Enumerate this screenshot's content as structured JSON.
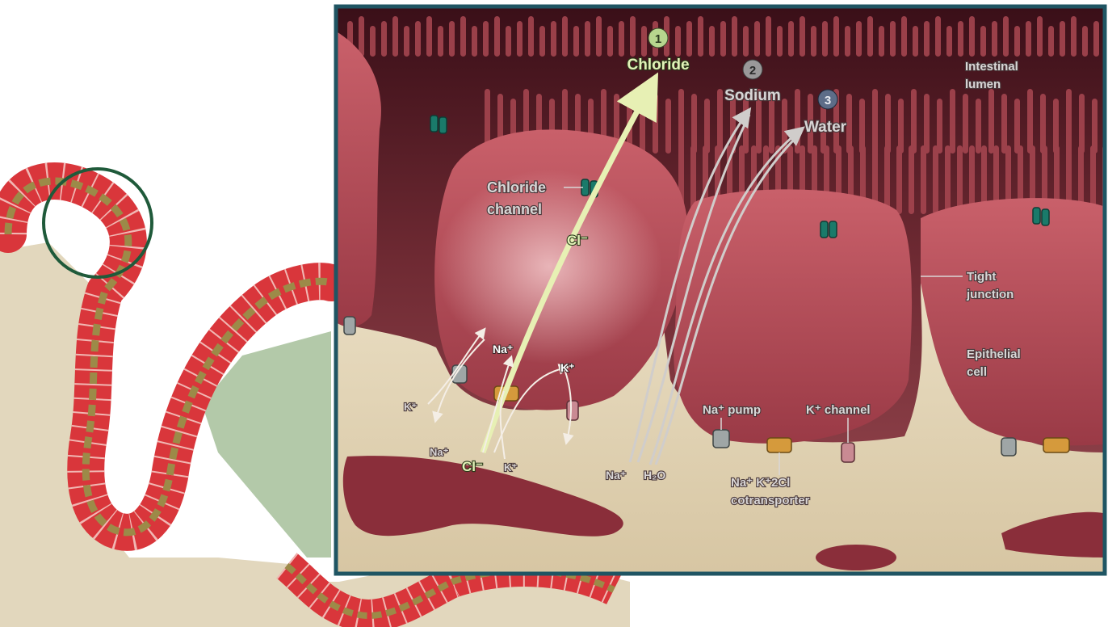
{
  "steps": [
    {
      "number": "1",
      "label": "Chloride",
      "color": "#b7d68e"
    },
    {
      "number": "2",
      "label": "Sodium",
      "color": "#9a9899"
    },
    {
      "number": "3",
      "label": "Water",
      "color": "#5d6d88"
    }
  ],
  "labels": {
    "intestinal_lumen_1": "Intestinal",
    "intestinal_lumen_2": "lumen",
    "chloride_channel_1": "Chloride",
    "chloride_channel_2": "channel",
    "tight_junction_1": "Tight",
    "tight_junction_2": "junction",
    "epithelial_cell_1": "Epithelial",
    "epithelial_cell_2": "cell",
    "na_pump": "Na⁺ pump",
    "k_channel": "K⁺ channel",
    "cotransporter_1": "Na⁺ K⁺2Cl",
    "cotransporter_2": "cotransporter"
  },
  "ions": {
    "cl_top": "Cl⁻",
    "na_a": "Na⁺",
    "k_a": "K⁺",
    "k_left": "K⁺",
    "na_left": "Na⁺",
    "cl_bottom": "Cl⁻",
    "k_bottom": "K⁺",
    "na_right": "Na⁺",
    "h2o": "H₂O"
  },
  "colors": {
    "frame": "#1f5563",
    "cell": "#b24a55",
    "tissue": "#e4d6b8",
    "chloride_arrow": "#e7f0b4",
    "villus_red": "#d9363b",
    "circle": "#1f5a3a"
  }
}
